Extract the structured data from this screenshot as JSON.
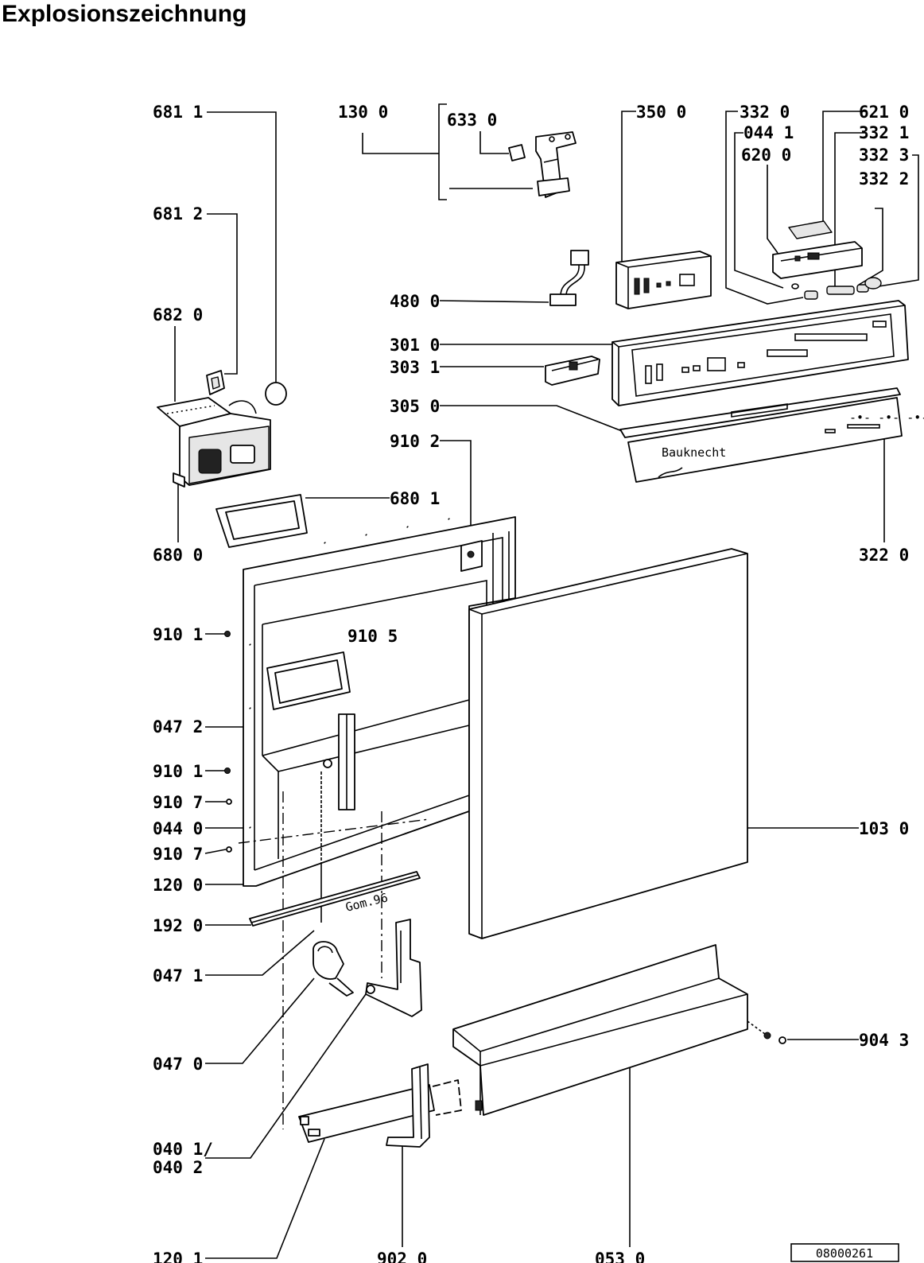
{
  "page": {
    "title": "Explosionszeichnung",
    "drawing_number": "08000261"
  },
  "labels": [
    {
      "id": "681-1",
      "text": "681 1"
    },
    {
      "id": "130-0",
      "text": "130 0"
    },
    {
      "id": "633-0",
      "text": "633 0"
    },
    {
      "id": "350-0",
      "text": "350 0"
    },
    {
      "id": "332-0",
      "text": "332 0"
    },
    {
      "id": "621-0",
      "text": "621 0"
    },
    {
      "id": "044-1",
      "text": "044 1"
    },
    {
      "id": "332-1",
      "text": "332 1"
    },
    {
      "id": "620-0",
      "text": "620 0"
    },
    {
      "id": "332-3",
      "text": "332 3"
    },
    {
      "id": "332-2",
      "text": "332 2"
    },
    {
      "id": "681-2",
      "text": "681 2"
    },
    {
      "id": "480-0",
      "text": "480 0"
    },
    {
      "id": "682-0",
      "text": "682 0"
    },
    {
      "id": "301-0",
      "text": "301 0"
    },
    {
      "id": "303-1",
      "text": "303 1"
    },
    {
      "id": "305-0",
      "text": "305 0"
    },
    {
      "id": "910-2",
      "text": "910 2"
    },
    {
      "id": "680-1",
      "text": "680 1"
    },
    {
      "id": "680-0",
      "text": "680 0"
    },
    {
      "id": "322-0",
      "text": "322 0"
    },
    {
      "id": "910-1a",
      "text": "910 1"
    },
    {
      "id": "910-5",
      "text": "910 5"
    },
    {
      "id": "047-2",
      "text": "047 2"
    },
    {
      "id": "910-1b",
      "text": "910 1"
    },
    {
      "id": "910-7a",
      "text": "910 7"
    },
    {
      "id": "044-0",
      "text": "044 0"
    },
    {
      "id": "103-0",
      "text": "103 0"
    },
    {
      "id": "910-7b",
      "text": "910 7"
    },
    {
      "id": "120-0",
      "text": "120 0"
    },
    {
      "id": "192-0",
      "text": "192 0"
    },
    {
      "id": "047-1",
      "text": "047 1"
    },
    {
      "id": "047-0",
      "text": "047 0"
    },
    {
      "id": "904-3",
      "text": "904 3"
    },
    {
      "id": "040-1",
      "text": "040 1/"
    },
    {
      "id": "040-2",
      "text": "040 2"
    },
    {
      "id": "120-1",
      "text": "120 1"
    },
    {
      "id": "902-0",
      "text": "902 0"
    },
    {
      "id": "053-0",
      "text": "053 0"
    }
  ],
  "part_marks": {
    "gom": "Gom.96"
  }
}
